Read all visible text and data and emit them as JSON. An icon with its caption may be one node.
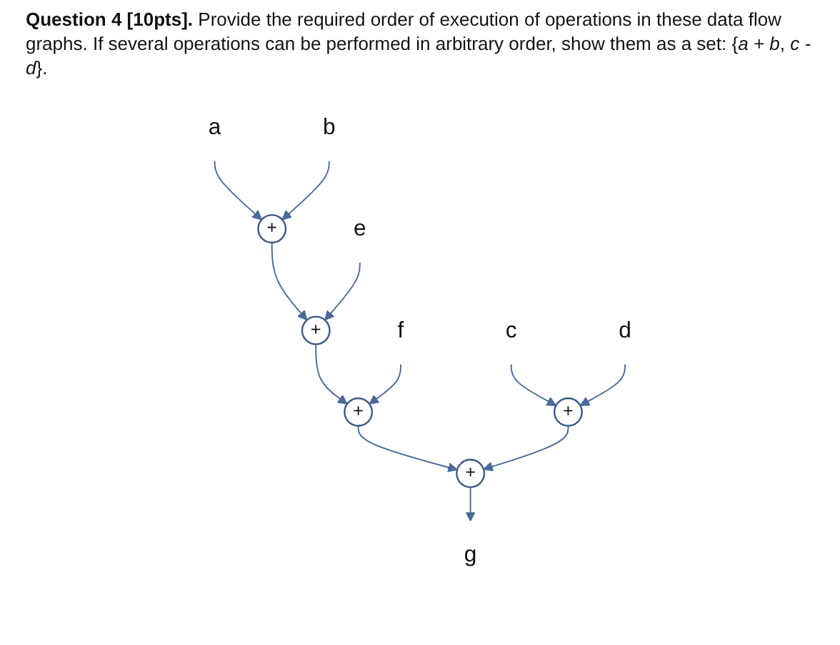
{
  "diagram": {
    "title": "**Question 4 [10pts].** Provide the required order of execution of operations in these data flow graphs. If several operations can be performed in arbitrary order, show them as a set: {*a + b*, *c -* *d*}.",
    "nodes": [
      {
        "text": [
          "a"
        ]
      },
      {
        "text": [
          "b"
        ]
      },
      {
        "text": [
          "c"
        ]
      },
      {
        "text": [
          "d"
        ]
      },
      {
        "text": [
          "+"
        ]
      },
      {
        "text": [
          "+"
        ]
      },
      {
        "text": [
          "e"
        ]
      },
      {
        "text": [
          "+"
        ]
      },
      {
        "text": [
          "f"
        ]
      },
      {
        "text": [
          "+"
        ]
      },
      {
        "text": [
          "+"
        ]
      },
      {
        "text": [
          "g"
        ]
      }
    ],
    "edges": [
      {
        "from": 0,
        "to": 4,
        "arrow": "to"
      },
      {
        "from": 1,
        "to": 4,
        "arrow": "to"
      },
      {
        "from": 2,
        "to": 5,
        "arrow": "to"
      },
      {
        "from": 3,
        "to": 5,
        "arrow": "to"
      },
      {
        "from": 4,
        "to": 7,
        "arrow": "to"
      },
      {
        "from": 6,
        "to": 7,
        "arrow": "to"
      },
      {
        "from": 7,
        "to": 9,
        "arrow": "to"
      },
      {
        "from": 8,
        "to": 9,
        "arrow": "to"
      },
      {
        "from": 9,
        "to": 10,
        "arrow": "to"
      },
      {
        "from": 5,
        "to": 10,
        "arrow": "to"
      },
      {
        "from": 10,
        "to": 11,
        "arrow": "to"
      }
    ]
  }
}
